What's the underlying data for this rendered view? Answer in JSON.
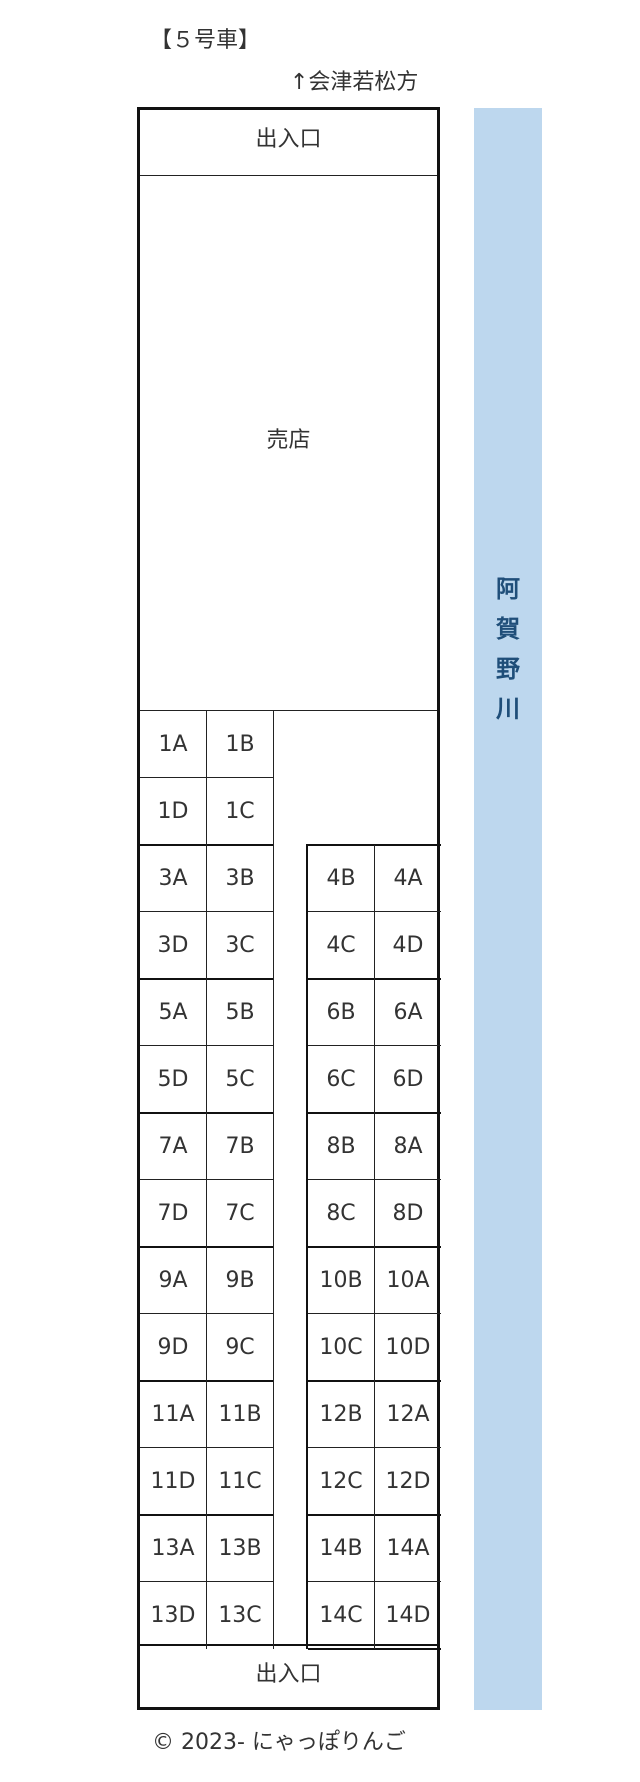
{
  "car_title": "【５号車】",
  "direction": "↑会津若松方",
  "entrance_top": "出入口",
  "shop": "売店",
  "entrance_bottom": "出入口",
  "river": [
    "阿",
    "賀",
    "野",
    "川"
  ],
  "copyright": "© 2023- にゃっぽりんご",
  "colors": {
    "river_bg": "#bdd7ee",
    "river_text": "#1f4e79",
    "border": "#111111"
  },
  "seats_left": [
    [
      "1A",
      "1B"
    ],
    [
      "1D",
      "1C"
    ],
    [
      "3A",
      "3B"
    ],
    [
      "3D",
      "3C"
    ],
    [
      "5A",
      "5B"
    ],
    [
      "5D",
      "5C"
    ],
    [
      "7A",
      "7B"
    ],
    [
      "7D",
      "7C"
    ],
    [
      "9A",
      "9B"
    ],
    [
      "9D",
      "9C"
    ],
    [
      "11A",
      "11B"
    ],
    [
      "11D",
      "11C"
    ],
    [
      "13A",
      "13B"
    ],
    [
      "13D",
      "13C"
    ]
  ],
  "seats_right": [
    [
      "4B",
      "4A"
    ],
    [
      "4C",
      "4D"
    ],
    [
      "6B",
      "6A"
    ],
    [
      "6C",
      "6D"
    ],
    [
      "8B",
      "8A"
    ],
    [
      "8C",
      "8D"
    ],
    [
      "10B",
      "10A"
    ],
    [
      "10C",
      "10D"
    ],
    [
      "12B",
      "12A"
    ],
    [
      "12C",
      "12D"
    ],
    [
      "14B",
      "14A"
    ],
    [
      "14C",
      "14D"
    ]
  ]
}
